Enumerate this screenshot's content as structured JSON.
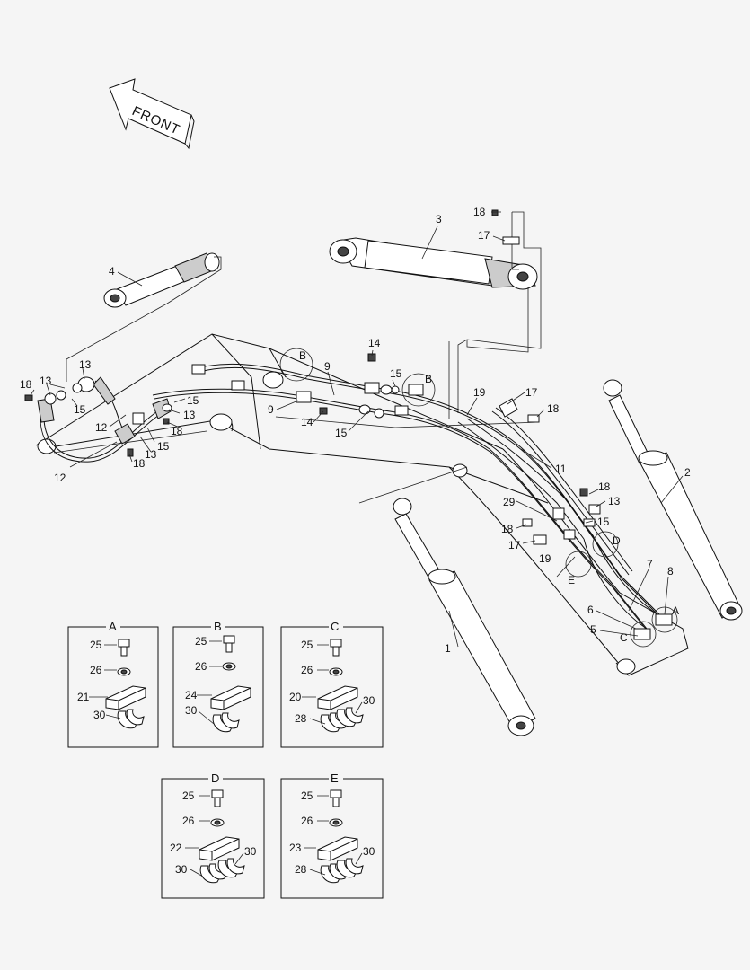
{
  "front_label": "FRONT",
  "callouts": {
    "c1": "1",
    "c2": "2",
    "c3": "3",
    "c4": "4",
    "c5": "5",
    "c6": "6",
    "c7": "7",
    "c8": "8",
    "c9a": "9",
    "c9b": "9",
    "c11": "11",
    "c12a": "12",
    "c12b": "12",
    "c13a": "13",
    "c13b": "13",
    "c13c": "13",
    "c13d": "13",
    "c14a": "14",
    "c14b": "14",
    "c15a": "15",
    "c15b": "15",
    "c15c": "15",
    "c15d": "15",
    "c15e": "15",
    "c17a": "17",
    "c17b": "17",
    "c17c": "17",
    "c18a": "18",
    "c18b": "18",
    "c18c": "18",
    "c18d": "18",
    "c18e": "18",
    "c18f": "18",
    "c19a": "19",
    "c19b": "19",
    "c29": "29",
    "dA": "A",
    "dB1": "B",
    "dB2": "B",
    "dC": "C",
    "dD": "D",
    "dE": "E"
  },
  "detail_boxes": [
    {
      "title": "A",
      "bolt": "25",
      "washer": "26",
      "clamp": "21",
      "halves_left": "30"
    },
    {
      "title": "B",
      "bolt": "25",
      "washer": "26",
      "clamp": "24",
      "halves_left": "30"
    },
    {
      "title": "C",
      "bolt": "25",
      "washer": "26",
      "clamp": "20",
      "halves_left": "28",
      "halves_right": "30"
    },
    {
      "title": "D",
      "bolt": "25",
      "washer": "26",
      "clamp": "22",
      "halves_left": "30",
      "halves_right": "30"
    },
    {
      "title": "E",
      "bolt": "25",
      "washer": "26",
      "clamp": "23",
      "halves_left": "28",
      "halves_right": "30"
    }
  ]
}
